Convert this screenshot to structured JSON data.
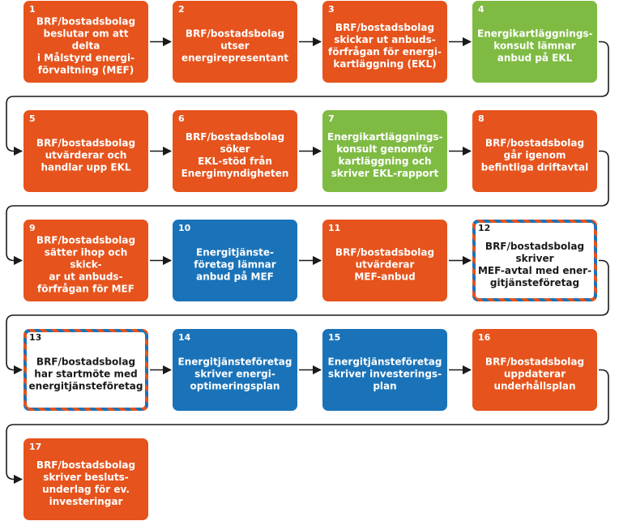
{
  "steps": [
    {
      "num": "1",
      "color": "orange",
      "label": "BRF/bostadsbolag\nbeslutar om att delta\ni Målstyrd energi-\nförvaltning (MEF)"
    },
    {
      "num": "2",
      "color": "orange",
      "label": "BRF/bostadsbolag\nutser\nenergirepresentant"
    },
    {
      "num": "3",
      "color": "orange",
      "label": "BRF/bostadsbolag\nskickar ut anbuds-\nförfrågan för energi-\nkartläggning (EKL)"
    },
    {
      "num": "4",
      "color": "green",
      "label": "Energikartläggnings-\nkonsult lämnar\nanbud på EKL"
    },
    {
      "num": "5",
      "color": "orange",
      "label": "BRF/bostadsbolag\nutvärderar och\nhandlar upp EKL"
    },
    {
      "num": "6",
      "color": "orange",
      "label": "BRF/bostadsbolag\nsöker\nEKL-stöd från\nEnergimyndigheten"
    },
    {
      "num": "7",
      "color": "green",
      "label": "Energikartläggnings-\nkonsult genomför\nkartläggning och\nskriver EKL-rapport"
    },
    {
      "num": "8",
      "color": "orange",
      "label": "BRF/bostadsbolag\ngår igenom\nbefintliga driftavtal"
    },
    {
      "num": "9",
      "color": "orange",
      "label": "BRF/bostadsbolag\nsätter ihop och skick-\nar ut anbuds-\nförfrågan för MEF"
    },
    {
      "num": "10",
      "color": "blue",
      "label": "Energitjänste-\nföretag lämnar\nanbud på MEF"
    },
    {
      "num": "11",
      "color": "orange",
      "label": "BRF/bostadsbolag\nutvärderar\nMEF-anbud"
    },
    {
      "num": "12",
      "color": "striped",
      "label": "BRF/bostadsbolag\nskriver\nMEF-avtal med ener-\ngitjänsteföretag"
    },
    {
      "num": "13",
      "color": "striped",
      "label": "BRF/bostadsbolag\nhar startmöte med\nenergitjänsteföretag"
    },
    {
      "num": "14",
      "color": "blue",
      "label": "Energitjänsteföretag\nskriver energi-\noptimeringsplan"
    },
    {
      "num": "15",
      "color": "blue",
      "label": "Energitjänsteföretag\nskriver investerings-\nplan"
    },
    {
      "num": "16",
      "color": "orange",
      "label": "BRF/bostadsbolag\nuppdaterar\nunderhållsplan"
    },
    {
      "num": "17",
      "color": "orange",
      "label": "BRF/bostadsbolag\nskriver besluts-\nunderlag för ev.\ninvesteringar"
    }
  ],
  "colors": {
    "orange": "#e6531c",
    "green": "#7fbb43",
    "blue": "#1a73b8",
    "arrow": "#1a1a1a"
  }
}
